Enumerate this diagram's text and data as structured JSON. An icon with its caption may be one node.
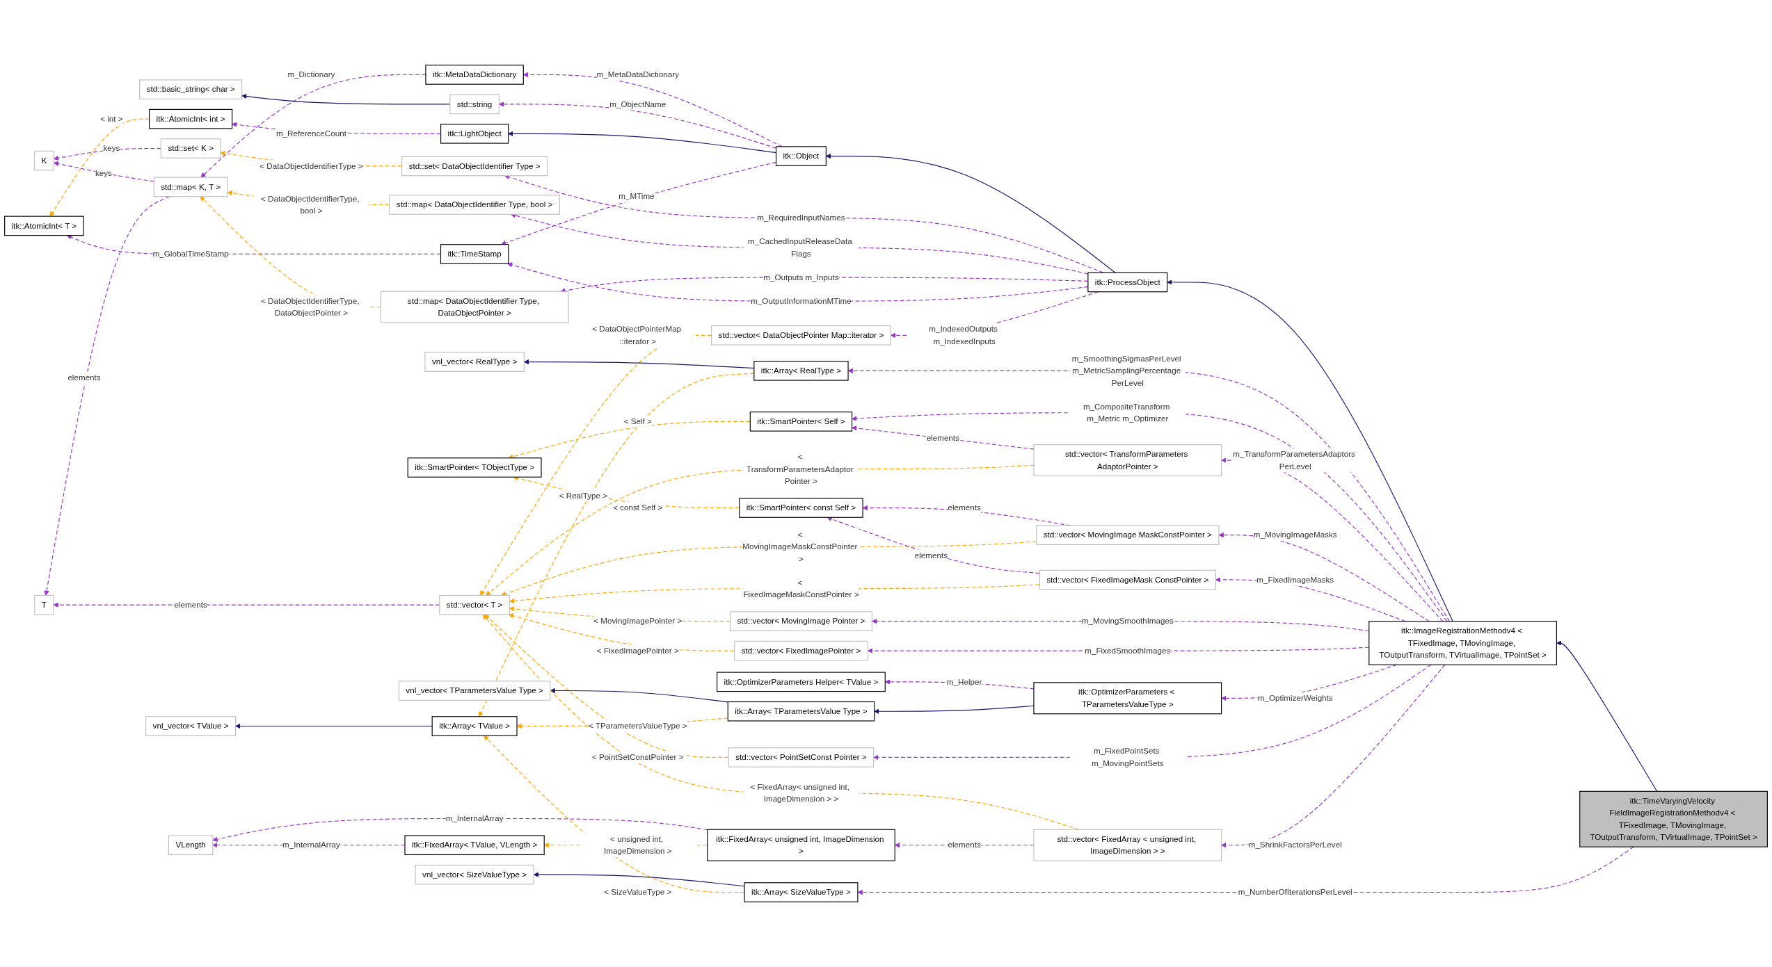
{
  "diagram": {
    "nodes": [
      {
        "text": [
          "K"
        ]
      },
      {
        "text": [
          "T"
        ]
      },
      {
        "text": [
          "itk::AtomicInt< T >"
        ]
      },
      {
        "text": [
          "std::set< K >"
        ]
      },
      {
        "text": [
          "std::map< K, T >"
        ]
      },
      {
        "text": [
          "std::basic_string< char >"
        ]
      },
      {
        "text": [
          "itk::AtomicInt< int >"
        ]
      },
      {
        "text": [
          "itk::MetaDataDictionary"
        ]
      },
      {
        "text": [
          "std::string"
        ]
      },
      {
        "text": [
          "itk::LightObject"
        ]
      },
      {
        "text": [
          "itk::TimeStamp"
        ]
      },
      {
        "text": [
          "itk::Object"
        ]
      },
      {
        "text": [
          "std::set< DataObjectIdentifier Type >"
        ]
      },
      {
        "text": [
          "std::map< DataObjectIdentifier Type, bool >"
        ]
      },
      {
        "text": [
          "std::map< DataObjectIdentifier Type, DataObjectPointer >"
        ]
      },
      {
        "text": [
          "itk::ProcessObject"
        ]
      },
      {
        "text": [
          "std::vector< DataObjectPointer Map::iterator >"
        ]
      },
      {
        "text": [
          "vnl_vector< RealType >"
        ]
      },
      {
        "text": [
          "itk::Array< RealType >"
        ]
      },
      {
        "text": [
          "itk::SmartPointer< TObjectType >"
        ]
      },
      {
        "text": [
          "itk::SmartPointer< Self >"
        ]
      },
      {
        "text": [
          "itk::SmartPointer< const Self >"
        ]
      },
      {
        "text": [
          "std::vector< T >"
        ]
      },
      {
        "text": [
          "std::vector< TransformParameters AdaptorPointer >"
        ]
      },
      {
        "text": [
          "std::vector< MovingImage MaskConstPointer >"
        ]
      },
      {
        "text": [
          "std::vector< FixedImageMask ConstPointer >"
        ]
      },
      {
        "text": [
          "std::vector< MovingImage Pointer >"
        ]
      },
      {
        "text": [
          "std::vector< FixedImagePointer >"
        ]
      },
      {
        "text": [
          "itk::OptimizerParameters Helper< TValue >"
        ]
      },
      {
        "text": [
          "itk::OptimizerParameters < TParametersValueType >"
        ]
      },
      {
        "text": [
          "std::vector< PointSetConst Pointer >"
        ]
      },
      {
        "text": [
          "vnl_vector< TValue >"
        ]
      },
      {
        "text": [
          "itk::Array< TValue >"
        ]
      },
      {
        "text": [
          "vnl_vector< TParametersValue Type >"
        ]
      },
      {
        "text": [
          "itk::Array< TParametersValue Type >"
        ]
      },
      {
        "text": [
          "vnl_vector< SizeValueType >"
        ]
      },
      {
        "text": [
          "itk::Array< SizeValueType >"
        ]
      },
      {
        "text": [
          "std::vector< FixedArray < unsigned int, ImageDimension > >"
        ]
      },
      {
        "text": [
          "VLength"
        ]
      },
      {
        "text": [
          "itk::FixedArray< unsigned int, ImageDimension >"
        ]
      },
      {
        "text": [
          "itk::FixedArray< TValue, VLength >"
        ]
      },
      {
        "text": [
          "itk::ImageRegistrationMethodv4 < TFixedImage, TMovingImage, TOutputTransform, TVirtualImage, TPointSet >"
        ]
      },
      {
        "text": [
          "itk::TimeVaryingVelocity FieldImageRegistrationMethodv4 < TFixedImage, TMovingImage, TOutputTransform, TVirtualImage, TPointSet >"
        ]
      }
    ],
    "edges": [
      {
        "from": 3,
        "to": 0,
        "arrow": "to",
        "label": "keys",
        "style": "dashed"
      },
      {
        "from": 4,
        "to": 0,
        "arrow": "to",
        "label": "keys",
        "style": "dashed"
      },
      {
        "from": 4,
        "to": 1,
        "arrow": "to",
        "label": "elements",
        "style": "dashed"
      },
      {
        "from": 6,
        "to": 2,
        "arrow": "to",
        "label": "< int >",
        "style": "dashed",
        "color": "#ffa500"
      },
      {
        "from": 10,
        "to": 2,
        "arrow": "to",
        "label": "m_GlobalTimeStamp",
        "style": "dashed"
      },
      {
        "from": 12,
        "to": 3,
        "arrow": "to",
        "label": "< DataObjectIdentifierType >",
        "style": "dashed",
        "color": "#ffa500"
      },
      {
        "from": 13,
        "to": 4,
        "arrow": "to",
        "label": "< DataObjectIdentifierType, bool >",
        "style": "dashed",
        "color": "#ffa500"
      },
      {
        "from": 14,
        "to": 4,
        "arrow": "to",
        "label": "< DataObjectIdentifierType, DataObjectPointer >",
        "style": "dashed",
        "color": "#ffa500"
      },
      {
        "from": 7,
        "to": 4,
        "arrow": "to",
        "label": "m_Dictionary",
        "style": "dashed"
      },
      {
        "from": 8,
        "to": 5,
        "arrow": "to",
        "color": "#191970"
      },
      {
        "from": 9,
        "to": 6,
        "arrow": "to",
        "label": "m_ReferenceCount",
        "style": "dashed"
      },
      {
        "from": 11,
        "to": 7,
        "arrow": "to",
        "label": "m_MetaDataDictionary",
        "style": "dashed"
      },
      {
        "from": 11,
        "to": 8,
        "arrow": "to",
        "label": "m_ObjectName",
        "style": "dashed"
      },
      {
        "from": 11,
        "to": 9,
        "arrow": "to",
        "color": "#191970"
      },
      {
        "from": 11,
        "to": 10,
        "arrow": "to",
        "label": "m_MTime",
        "style": "dashed"
      },
      {
        "from": 15,
        "to": 11,
        "arrow": "to",
        "color": "#191970"
      },
      {
        "from": 15,
        "to": 12,
        "arrow": "to",
        "label": "m_RequiredInputNames",
        "style": "dashed"
      },
      {
        "from": 15,
        "to": 13,
        "arrow": "to",
        "label": "m_CachedInputReleaseData Flags",
        "style": "dashed"
      },
      {
        "from": 15,
        "to": 14,
        "arrow": "to",
        "label": "m_Outputs m_Inputs",
        "style": "dashed"
      },
      {
        "from": 15,
        "to": 10,
        "arrow": "to",
        "label": "m_OutputInformationMTime",
        "style": "dashed"
      },
      {
        "from": 15,
        "to": 16,
        "arrow": "to",
        "label": "m_IndexedOutputs m_IndexedInputs",
        "style": "dashed"
      },
      {
        "from": 16,
        "to": 22,
        "arrow": "to",
        "label": "< DataObjectPointerMap ::iterator >",
        "style": "dashed",
        "color": "#ffa500"
      },
      {
        "from": 18,
        "to": 17,
        "arrow": "to",
        "color": "#191970"
      },
      {
        "from": 18,
        "to": 32,
        "arrow": "to",
        "label": "< RealType >",
        "style": "dashed",
        "color": "#ffa500"
      },
      {
        "from": 20,
        "to": 19,
        "arrow": "to",
        "label": "< Self >",
        "style": "dashed",
        "color": "#ffa500"
      },
      {
        "from": 21,
        "to": 19,
        "arrow": "to",
        "label": "< const Self >",
        "style": "dashed",
        "color": "#ffa500"
      },
      {
        "from": 22,
        "to": 1,
        "arrow": "to",
        "label": "elements",
        "style": "dashed"
      },
      {
        "from": 23,
        "to": 20,
        "arrow": "to",
        "label": "elements",
        "style": "dashed"
      },
      {
        "from": 23,
        "to": 22,
        "arrow": "to",
        "label": "< TransformParametersAdaptor Pointer >",
        "style": "dashed",
        "color": "#ffa500"
      },
      {
        "from": 24,
        "to": 21,
        "arrow": "to",
        "label": "elements",
        "style": "dashed"
      },
      {
        "from": 24,
        "to": 22,
        "arrow": "to",
        "label": "< MovingImageMaskConstPointer >",
        "style": "dashed",
        "color": "#ffa500"
      },
      {
        "from": 25,
        "to": 21,
        "arrow": "to",
        "label": "elements",
        "style": "dashed"
      },
      {
        "from": 25,
        "to": 22,
        "arrow": "to",
        "label": "< FixedImageMaskConstPointer >",
        "style": "dashed",
        "color": "#ffa500"
      },
      {
        "from": 26,
        "to": 22,
        "arrow": "to",
        "label": "< MovingImagePointer >",
        "style": "dashed",
        "color": "#ffa500"
      },
      {
        "from": 27,
        "to": 22,
        "arrow": "to",
        "label": "< FixedImagePointer >",
        "style": "dashed",
        "color": "#ffa500"
      },
      {
        "from": 29,
        "to": 28,
        "arrow": "to",
        "label": "m_Helper",
        "style": "dashed"
      },
      {
        "from": 29,
        "to": 34,
        "arrow": "to",
        "color": "#191970"
      },
      {
        "from": 30,
        "to": 22,
        "arrow": "to",
        "label": "< PointSetConstPointer >",
        "style": "dashed",
        "color": "#ffa500"
      },
      {
        "from": 32,
        "to": 31,
        "arrow": "to",
        "color": "#191970"
      },
      {
        "from": 34,
        "to": 33,
        "arrow": "to",
        "color": "#191970"
      },
      {
        "from": 34,
        "to": 32,
        "arrow": "to",
        "label": "< TParametersValueType >",
        "style": "dashed",
        "color": "#ffa500"
      },
      {
        "from": 36,
        "to": 35,
        "arrow": "to",
        "color": "#191970"
      },
      {
        "from": 36,
        "to": 32,
        "arrow": "to",
        "label": "< SizeValueType >",
        "style": "dashed",
        "color": "#ffa500"
      },
      {
        "from": 37,
        "to": 22,
        "arrow": "to",
        "label": "< FixedArray< unsigned int, ImageDimension > >",
        "style": "dashed",
        "color": "#ffa500"
      },
      {
        "from": 37,
        "to": 39,
        "arrow": "to",
        "label": "elements",
        "style": "dashed"
      },
      {
        "from": 39,
        "to": 38,
        "arrow": "to",
        "label": "m_InternalArray",
        "style": "dashed"
      },
      {
        "from": 39,
        "to": 40,
        "arrow": "to",
        "label": "< unsigned int, ImageDimension >",
        "style": "dashed",
        "color": "#ffa500"
      },
      {
        "from": 40,
        "to": 38,
        "arrow": "to",
        "label": "m_InternalArray",
        "style": "dashed"
      },
      {
        "from": 41,
        "to": 15,
        "arrow": "to",
        "color": "#191970"
      },
      {
        "from": 41,
        "to": 18,
        "arrow": "to",
        "label": "m_SmoothingSigmasPerLevel m_MetricSamplingPercentage PerLevel",
        "style": "dashed"
      },
      {
        "from": 41,
        "to": 20,
        "arrow": "to",
        "label": "m_CompositeTransform m_Metric m_Optimizer",
        "style": "dashed"
      },
      {
        "from": 41,
        "to": 23,
        "arrow": "to",
        "label": "m_TransformParametersAdaptors PerLevel",
        "style": "dashed"
      },
      {
        "from": 41,
        "to": 24,
        "arrow": "to",
        "label": "m_MovingImageMasks",
        "style": "dashed"
      },
      {
        "from": 41,
        "to": 25,
        "arrow": "to",
        "label": "m_FixedImageMasks",
        "style": "dashed"
      },
      {
        "from": 41,
        "to": 26,
        "arrow": "to",
        "label": "m_MovingSmoothImages",
        "style": "dashed"
      },
      {
        "from": 41,
        "to": 27,
        "arrow": "to",
        "label": "m_FixedSmoothImages",
        "style": "dashed"
      },
      {
        "from": 41,
        "to": 29,
        "arrow": "to",
        "label": "m_OptimizerWeights",
        "style": "dashed"
      },
      {
        "from": 41,
        "to": 30,
        "arrow": "to",
        "label": "m_FixedPointSets m_MovingPointSets",
        "style": "dashed"
      },
      {
        "from": 41,
        "to": 37,
        "arrow": "to",
        "label": "m_ShrinkFactorsPerLevel",
        "style": "dashed"
      },
      {
        "from": 42,
        "to": 41,
        "arrow": "to",
        "color": "#191970"
      },
      {
        "from": 42,
        "to": 36,
        "arrow": "to",
        "label": "m_NumberOfIterationsPerLevel",
        "style": "dashed"
      }
    ]
  }
}
